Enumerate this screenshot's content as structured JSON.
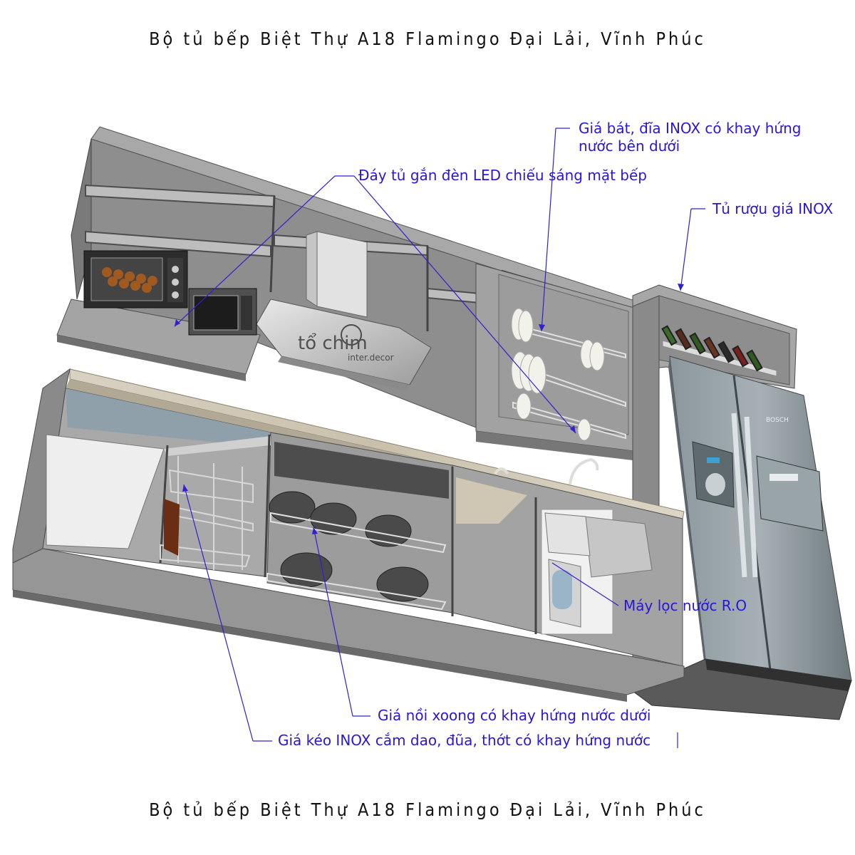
{
  "title_top": "Bộ tủ bếp Biệt Thự A18 Flamingo Đại Lải, Vĩnh Phúc",
  "title_bottom": "Bộ tủ bếp Biệt Thự A18 Flamingo Đại Lải, Vĩnh Phúc",
  "watermark": {
    "brand": "tổ chim",
    "sub": "inter.decor"
  },
  "fridge_brand": "BOSCH",
  "callouts": {
    "dish_rack_line1": "Giá bát, đĩa INOX có khay hứng",
    "dish_rack_line2": "nước bên dưới",
    "led": "Đáy tủ gắn đèn LED chiếu sáng mặt bếp",
    "wine": "Tủ rượu giá INOX",
    "ro": "Máy lọc nước R.O",
    "pot_rack": "Giá nồi xoong có khay hứng nước dưới",
    "knife_rack": "Giá kéo INOX cắm dao, đũa, thớt có khay hứng nước"
  },
  "colors": {
    "cabinet": "#9a9a9a",
    "cabinet_light": "#bdbdbd",
    "cabinet_dark": "#6f6f6f",
    "callout_text": "#2a16d8",
    "leader_line": "#3020d0",
    "fridge": "#7f8c92"
  }
}
